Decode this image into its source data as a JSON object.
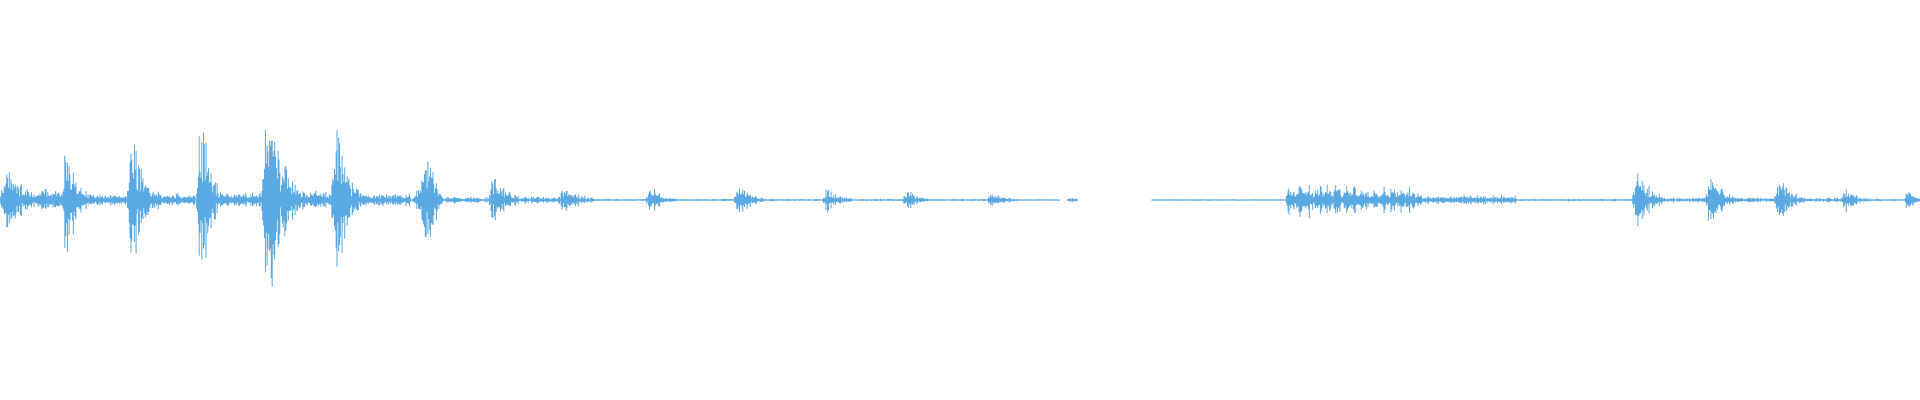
{
  "waveform": {
    "color": "#5aa9e3",
    "background": "#ffffff",
    "peak_level": 1.0,
    "segments": [
      {
        "id": "seg-01",
        "start": 0.0,
        "end": 0.02,
        "amp": 0.36,
        "shape": "burst"
      },
      {
        "id": "seg-02",
        "start": 0.02,
        "end": 0.032,
        "amp": 0.1,
        "shape": "noise"
      },
      {
        "id": "seg-03",
        "start": 0.032,
        "end": 0.045,
        "amp": 0.57,
        "shape": "burst"
      },
      {
        "id": "seg-04",
        "start": 0.045,
        "end": 0.066,
        "amp": 0.05,
        "shape": "noise"
      },
      {
        "id": "seg-05",
        "start": 0.066,
        "end": 0.083,
        "amp": 0.66,
        "shape": "burst"
      },
      {
        "id": "seg-06",
        "start": 0.083,
        "end": 0.102,
        "amp": 0.06,
        "shape": "noise"
      },
      {
        "id": "seg-07",
        "start": 0.102,
        "end": 0.116,
        "amp": 0.72,
        "shape": "burst"
      },
      {
        "id": "seg-08",
        "start": 0.116,
        "end": 0.136,
        "amp": 0.06,
        "shape": "noise"
      },
      {
        "id": "seg-09",
        "start": 0.136,
        "end": 0.156,
        "amp": 1.0,
        "shape": "burst"
      },
      {
        "id": "seg-10",
        "start": 0.156,
        "end": 0.172,
        "amp": 0.08,
        "shape": "noise"
      },
      {
        "id": "seg-11",
        "start": 0.172,
        "end": 0.188,
        "amp": 0.69,
        "shape": "burst"
      },
      {
        "id": "seg-12",
        "start": 0.188,
        "end": 0.214,
        "amp": 0.05,
        "shape": "noise"
      },
      {
        "id": "seg-13",
        "start": 0.214,
        "end": 0.232,
        "amp": 0.32,
        "shape": "tone"
      },
      {
        "id": "seg-14",
        "start": 0.232,
        "end": 0.254,
        "amp": 0.03,
        "shape": "noise"
      },
      {
        "id": "seg-15",
        "start": 0.254,
        "end": 0.272,
        "amp": 0.26,
        "shape": "burst"
      },
      {
        "id": "seg-16",
        "start": 0.272,
        "end": 0.29,
        "amp": 0.03,
        "shape": "noise"
      },
      {
        "id": "seg-17",
        "start": 0.29,
        "end": 0.31,
        "amp": 0.14,
        "shape": "burst"
      },
      {
        "id": "seg-18",
        "start": 0.31,
        "end": 0.336,
        "amp": 0.01,
        "shape": "noise"
      },
      {
        "id": "seg-19",
        "start": 0.336,
        "end": 0.352,
        "amp": 0.12,
        "shape": "burst"
      },
      {
        "id": "seg-20",
        "start": 0.352,
        "end": 0.382,
        "amp": 0.01,
        "shape": "noise"
      },
      {
        "id": "seg-21",
        "start": 0.382,
        "end": 0.398,
        "amp": 0.15,
        "shape": "burst"
      },
      {
        "id": "seg-22",
        "start": 0.398,
        "end": 0.428,
        "amp": 0.01,
        "shape": "noise"
      },
      {
        "id": "seg-23",
        "start": 0.428,
        "end": 0.444,
        "amp": 0.11,
        "shape": "burst"
      },
      {
        "id": "seg-24",
        "start": 0.444,
        "end": 0.47,
        "amp": 0.01,
        "shape": "noise"
      },
      {
        "id": "seg-25",
        "start": 0.47,
        "end": 0.484,
        "amp": 0.1,
        "shape": "burst"
      },
      {
        "id": "seg-26",
        "start": 0.484,
        "end": 0.514,
        "amp": 0.01,
        "shape": "noise"
      },
      {
        "id": "seg-27",
        "start": 0.514,
        "end": 0.53,
        "amp": 0.08,
        "shape": "burst"
      },
      {
        "id": "seg-28",
        "start": 0.53,
        "end": 0.552,
        "amp": 0.005,
        "shape": "noise"
      },
      {
        "id": "seg-29",
        "start": 0.556,
        "end": 0.561,
        "amp": 0.02,
        "shape": "noise"
      },
      {
        "id": "seg-30",
        "start": 0.6,
        "end": 0.67,
        "amp": 0.005,
        "shape": "noise"
      },
      {
        "id": "seg-31",
        "start": 0.67,
        "end": 0.74,
        "amp": 0.14,
        "shape": "chatter"
      },
      {
        "id": "seg-32",
        "start": 0.74,
        "end": 0.79,
        "amp": 0.04,
        "shape": "noise"
      },
      {
        "id": "seg-33",
        "start": 0.79,
        "end": 0.85,
        "amp": 0.01,
        "shape": "noise"
      },
      {
        "id": "seg-34",
        "start": 0.85,
        "end": 0.866,
        "amp": 0.31,
        "shape": "burst"
      },
      {
        "id": "seg-35",
        "start": 0.866,
        "end": 0.888,
        "amp": 0.02,
        "shape": "noise"
      },
      {
        "id": "seg-36",
        "start": 0.888,
        "end": 0.904,
        "amp": 0.26,
        "shape": "burst"
      },
      {
        "id": "seg-37",
        "start": 0.904,
        "end": 0.924,
        "amp": 0.02,
        "shape": "noise"
      },
      {
        "id": "seg-38",
        "start": 0.924,
        "end": 0.94,
        "amp": 0.23,
        "shape": "burst"
      },
      {
        "id": "seg-39",
        "start": 0.94,
        "end": 0.958,
        "amp": 0.02,
        "shape": "noise"
      },
      {
        "id": "seg-40",
        "start": 0.958,
        "end": 0.974,
        "amp": 0.11,
        "shape": "burst"
      },
      {
        "id": "seg-41",
        "start": 0.974,
        "end": 0.992,
        "amp": 0.01,
        "shape": "noise"
      },
      {
        "id": "seg-42",
        "start": 0.992,
        "end": 1.0,
        "amp": 0.12,
        "shape": "burst"
      }
    ]
  }
}
